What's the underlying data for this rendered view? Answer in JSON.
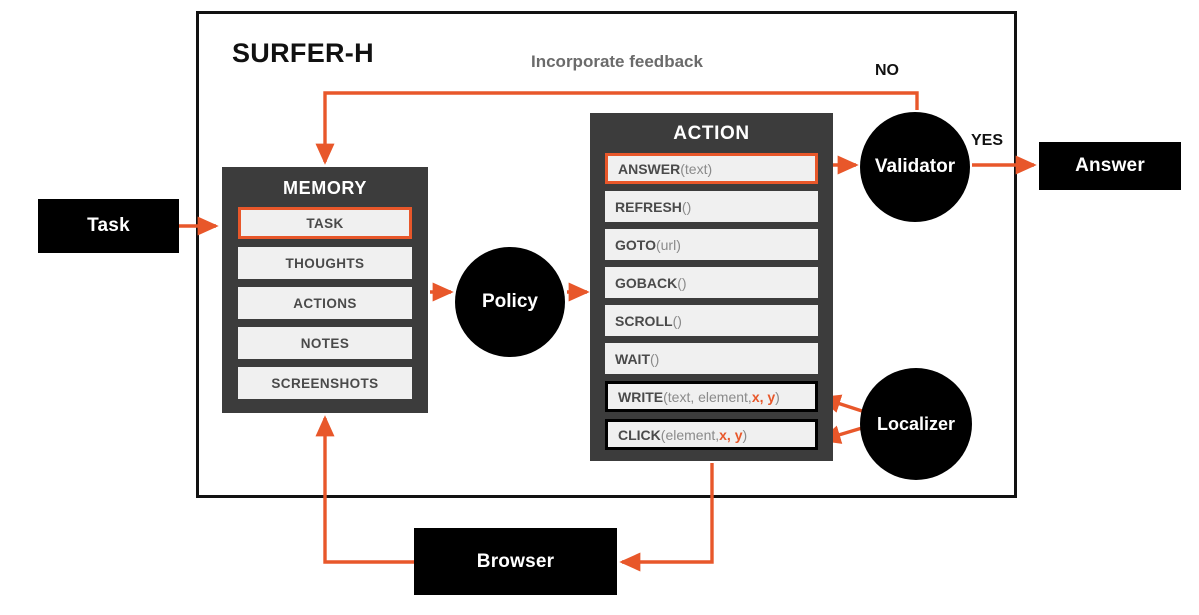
{
  "diagram": {
    "title": "SURFER-H",
    "accent_color": "#e8572a",
    "panel_color": "#3c3c3c",
    "item_color": "#f0f0f0"
  },
  "labels": {
    "feedback": "Incorporate feedback",
    "no": "NO",
    "yes": "YES"
  },
  "nodes": {
    "task": "Task",
    "answer": "Answer",
    "browser": "Browser",
    "policy": "Policy",
    "validator": "Validator",
    "localizer": "Localizer"
  },
  "memory": {
    "title": "MEMORY",
    "items": [
      {
        "label": "TASK",
        "highlight": "orange"
      },
      {
        "label": "THOUGHTS",
        "highlight": "none"
      },
      {
        "label": "ACTIONS",
        "highlight": "none"
      },
      {
        "label": "NOTES",
        "highlight": "none"
      },
      {
        "label": "SCREENSHOTS",
        "highlight": "none"
      }
    ]
  },
  "action": {
    "title": "ACTION",
    "items": [
      {
        "name": "ANSWER",
        "args": "(text)",
        "xy": "",
        "highlight": "orange"
      },
      {
        "name": "REFRESH",
        "args": "()",
        "xy": "",
        "highlight": "none"
      },
      {
        "name": "GOTO",
        "args": "(url)",
        "xy": "",
        "highlight": "none"
      },
      {
        "name": "GOBACK",
        "args": "()",
        "xy": "",
        "highlight": "none"
      },
      {
        "name": "SCROLL",
        "args": "()",
        "xy": "",
        "highlight": "none"
      },
      {
        "name": "WAIT",
        "args": "()",
        "xy": "",
        "highlight": "none"
      },
      {
        "name": "WRITE",
        "args": "(text, element, ",
        "xy": "x, y",
        "args_end": ")",
        "highlight": "black"
      },
      {
        "name": "CLICK",
        "args": "(element, ",
        "xy": "x, y",
        "args_end": ")",
        "highlight": "black"
      }
    ]
  }
}
